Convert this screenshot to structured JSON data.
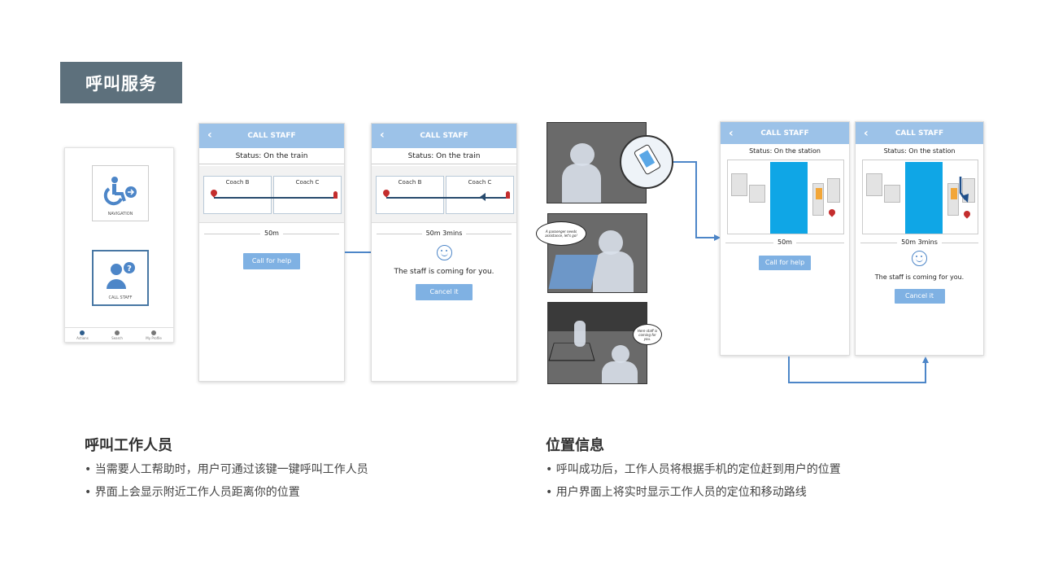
{
  "section_title": "呼叫服务",
  "home_screen": {
    "tile1_label": "NAVIGATION",
    "tile2_label": "CALL STAFF",
    "tabs": [
      "Actions",
      "Search",
      "My Profile"
    ]
  },
  "screen1": {
    "header": "CALL STAFF",
    "back": "‹",
    "status": "Status: On the train",
    "coach_b": "Coach B",
    "coach_c": "Coach C",
    "distance": "50m",
    "button": "Call for help"
  },
  "screen2": {
    "header": "CALL STAFF",
    "back": "‹",
    "status": "Status: On the train",
    "coach_b": "Coach B",
    "coach_c": "Coach C",
    "distance": "50m 3mins",
    "message": "The staff is coming for you.",
    "button": "Cancel it"
  },
  "comic": {
    "bubble1": "A passenger needs assistance, let's go!",
    "bubble2": "Here staff is coming for you."
  },
  "screen3": {
    "header": "CALL STAFF",
    "back": "‹",
    "status": "Status: On the station",
    "distance": "50m",
    "button": "Call for help"
  },
  "screen4": {
    "header": "CALL STAFF",
    "back": "‹",
    "status": "Status: On the station",
    "distance": "50m 3mins",
    "message": "The staff is coming for you.",
    "button": "Cancel it"
  },
  "left_text": {
    "title": "呼叫工作人员",
    "bullets": [
      "• 当需要人工帮助时，用户可通过该键一键呼叫工作人员",
      "• 界面上会显示附近工作人员距离你的位置"
    ]
  },
  "right_text": {
    "title": "位置信息",
    "bullets": [
      "• 呼叫成功后，工作人员将根据手机的定位赶到用户的位置",
      "• 用户界面上将实时显示工作人员的定位和移动路线"
    ]
  },
  "colors": {
    "header_blue": "#9cc2e8",
    "button_blue": "#7fb1e3",
    "title_tag": "#5d707c",
    "map_blue": "#0fa6e6",
    "pin_red": "#c42d2d"
  }
}
